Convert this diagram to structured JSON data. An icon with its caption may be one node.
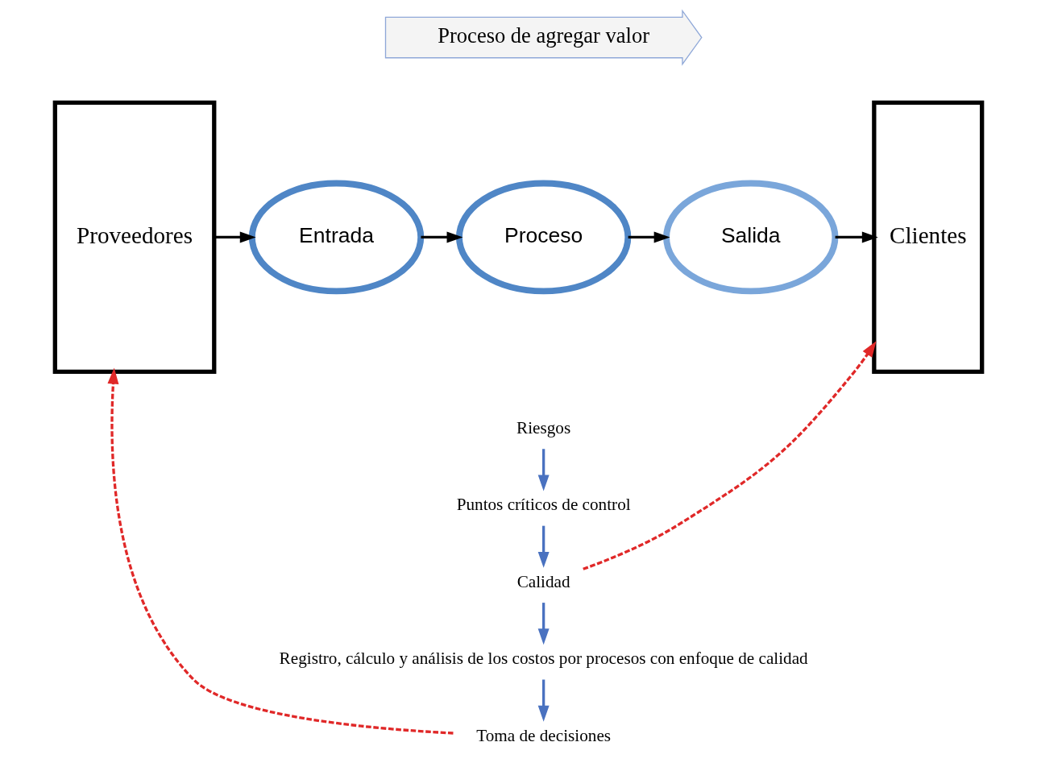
{
  "diagram": {
    "nodes": [
      {
        "text": [
          "Proveedores"
        ]
      },
      {
        "text": [
          "Proceso de agregar valor"
        ]
      },
      {
        "text": [
          "Entrada"
        ]
      },
      {
        "text": [
          "Proceso"
        ]
      },
      {
        "text": [
          "Salida"
        ]
      },
      {
        "text": [
          "Clientes"
        ]
      },
      {
        "text": [
          "Riesgos"
        ]
      },
      {
        "text": [
          "Puntos críticos de control"
        ]
      },
      {
        "text": [
          "Calidad"
        ]
      },
      {
        "text": [
          "Registro, cálculo y análisis de los costos por procesos con enfoque de calidad"
        ]
      },
      {
        "text": [
          "Toma de decisiones"
        ]
      }
    ],
    "edges": [
      {
        "from": 0,
        "to": 2,
        "arrow": "to"
      },
      {
        "from": 2,
        "to": 3,
        "arrow": "to"
      },
      {
        "from": 3,
        "to": 4,
        "arrow": "to"
      },
      {
        "from": 4,
        "to": 5,
        "arrow": "to"
      },
      {
        "from": 6,
        "to": 7,
        "arrow": "to",
        "color": "#4a72c0"
      },
      {
        "from": 7,
        "to": 8,
        "arrow": "to",
        "color": "#4a72c0"
      },
      {
        "from": 8,
        "to": 9,
        "arrow": "to",
        "color": "#4a72c0"
      },
      {
        "from": 9,
        "to": 10,
        "arrow": "to",
        "color": "#4a72c0"
      },
      {
        "from": 8,
        "to": 5,
        "arrow": "to",
        "style": "dashed",
        "color": "#e02828"
      },
      {
        "from": 10,
        "to": 0,
        "arrow": "to",
        "style": "dashed",
        "color": "#e02828"
      }
    ]
  }
}
